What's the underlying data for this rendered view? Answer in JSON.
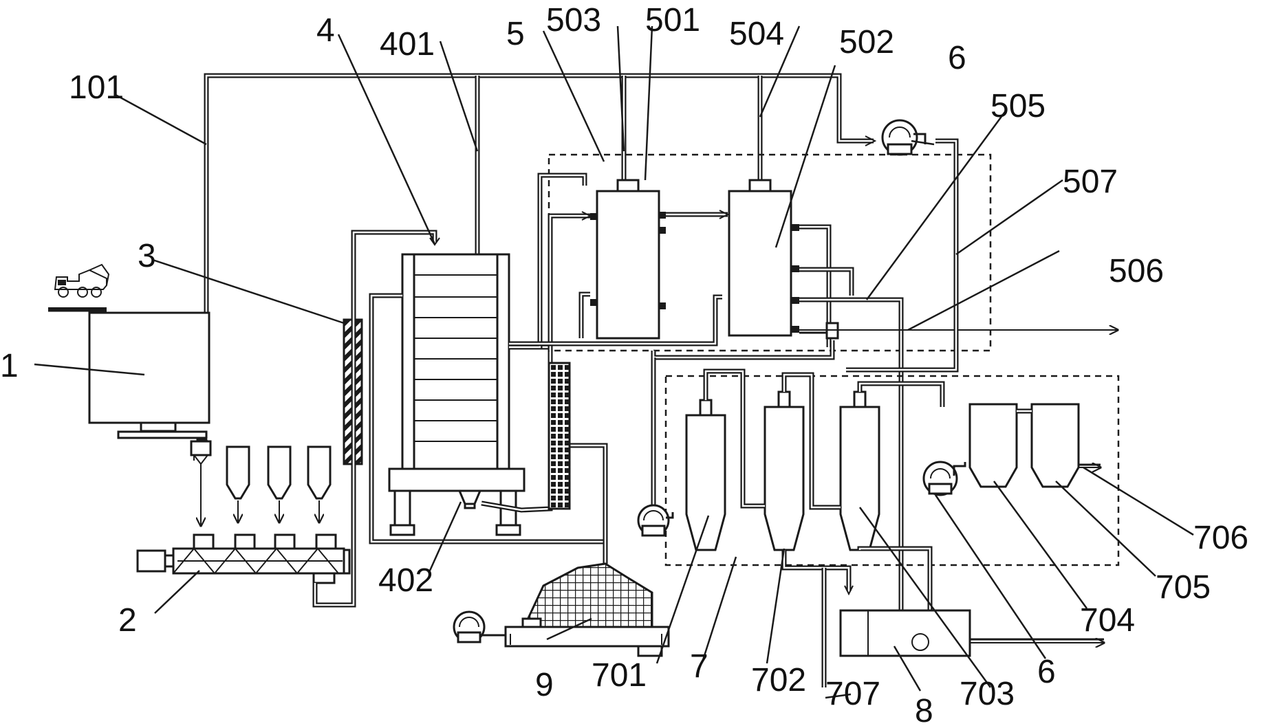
{
  "labels": {
    "l1": "1",
    "l101": "101",
    "l2": "2",
    "l3": "3",
    "l4": "4",
    "l401": "401",
    "l402": "402",
    "l5": "5",
    "l501": "501",
    "l502": "502",
    "l503": "503",
    "l504": "504",
    "l505": "505",
    "l506": "506",
    "l507": "507",
    "l6a": "6",
    "l6b": "6",
    "l7": "7",
    "l701": "701",
    "l702": "702",
    "l703": "703",
    "l704": "704",
    "l705": "705",
    "l706": "706",
    "l707": "707",
    "l8": "8",
    "l9": "9"
  },
  "icons": {
    "truck": "dump-truck-icon",
    "fan": "fan-blower-icon",
    "motor": "motor-icon"
  },
  "colors": {
    "line": "#1a1a1a",
    "background": "#ffffff"
  }
}
